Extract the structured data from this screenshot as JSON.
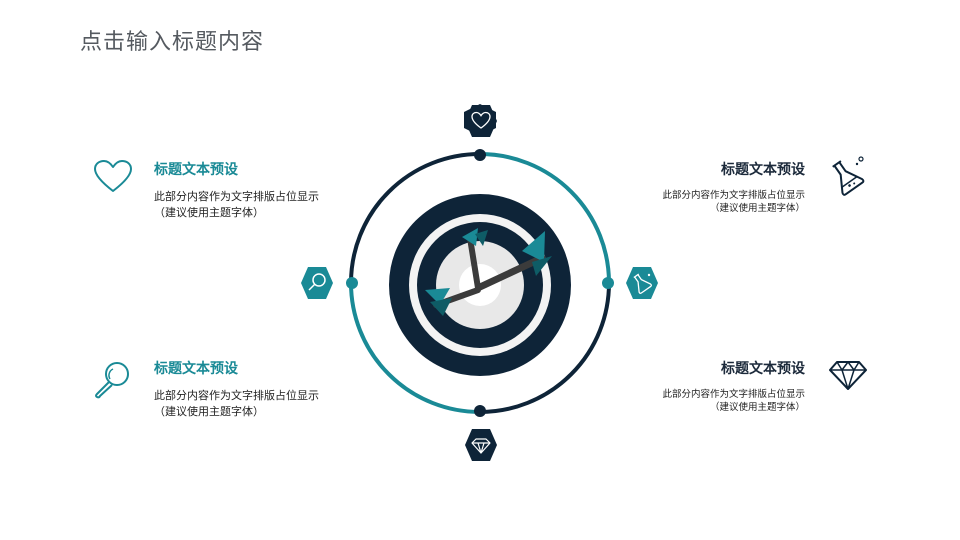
{
  "slide": {
    "title": "点击输入标题内容"
  },
  "items": [
    {
      "heading": "标题文本预设",
      "line1": "此部分内容作为文字排版占位显示",
      "line2": "（建议使用主题字体）",
      "icon": "heart-icon"
    },
    {
      "heading": "标题文本预设",
      "line1": "此部分内容作为文字排版占位显示",
      "line2": "（建议使用主题字体）",
      "icon": "flask-icon"
    },
    {
      "heading": "标题文本预设",
      "line1": "此部分内容作为文字排版占位显示",
      "line2": "（建议使用主题字体）",
      "icon": "magnifier-icon"
    },
    {
      "heading": "标题文本预设",
      "line1": "此部分内容作为文字排版占位显示",
      "line2": "（建议使用主题字体）",
      "icon": "diamond-icon"
    }
  ],
  "colors": {
    "teal": "#1a8a96",
    "navy": "#0e2438",
    "gray": "#555a60"
  }
}
